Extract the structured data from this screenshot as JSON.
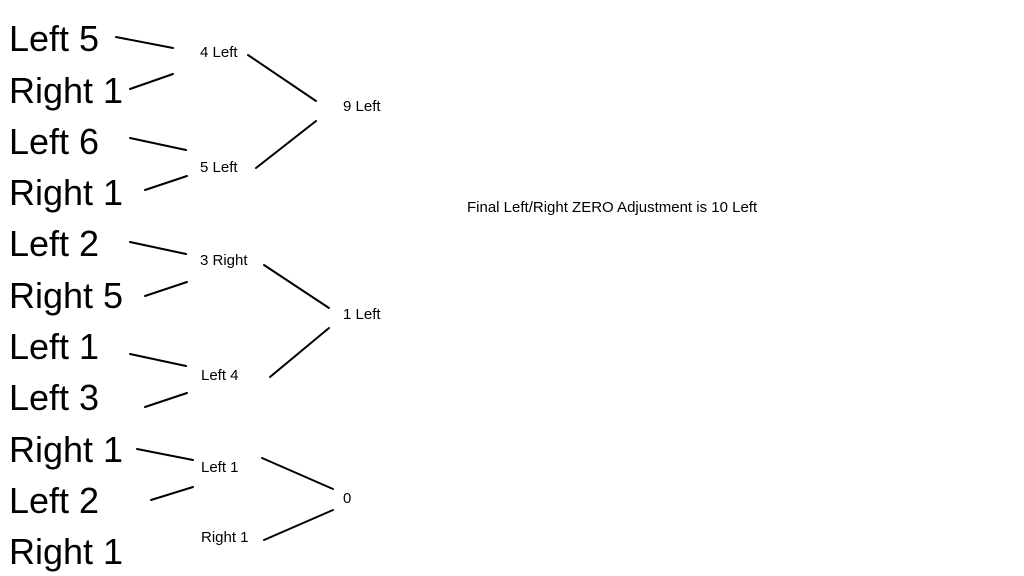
{
  "inputs": [
    {
      "label": "Left 5"
    },
    {
      "label": "Right 1"
    },
    {
      "label": "Left 6"
    },
    {
      "label": "Right 1"
    },
    {
      "label": "Left 2"
    },
    {
      "label": "Right 5"
    },
    {
      "label": "Left 1"
    },
    {
      "label": "Left 3"
    },
    {
      "label": "Right 1"
    },
    {
      "label": "Left 2"
    },
    {
      "label": "Right 1"
    }
  ],
  "level1": [
    {
      "label": "4 Left"
    },
    {
      "label": "5 Left"
    },
    {
      "label": "3 Right"
    },
    {
      "label": "Left 4"
    },
    {
      "label": "Left 1"
    },
    {
      "label": "Right 1"
    }
  ],
  "level2": [
    {
      "label": "9 Left"
    },
    {
      "label": "1 Left"
    },
    {
      "label": "0"
    }
  ],
  "result": {
    "label": "Final Left/Right ZERO Adjustment is 10 Left"
  }
}
